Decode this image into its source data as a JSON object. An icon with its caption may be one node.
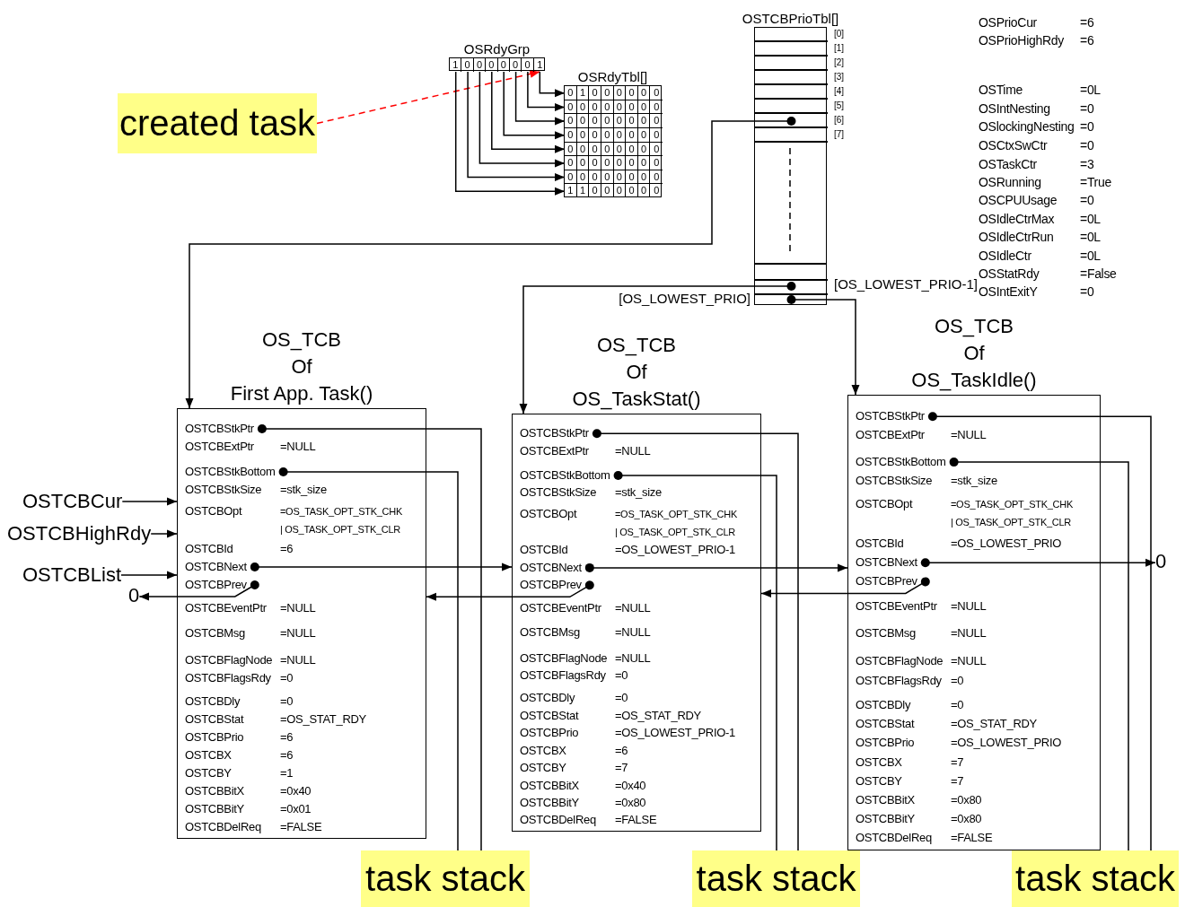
{
  "diagram": {
    "nodes": [
      {
        "text": [
          "created task"
        ]
      },
      {
        "text": [
          "OSRdyGrp"
        ]
      },
      {
        "text": [
          "1"
        ],
        "in": 1
      },
      {
        "text": [
          "0"
        ],
        "in": 1
      },
      {
        "text": [
          "0"
        ],
        "in": 1
      },
      {
        "text": [
          "0"
        ],
        "in": 1
      },
      {
        "text": [
          "0"
        ],
        "in": 1
      },
      {
        "text": [
          "0"
        ],
        "in": 1
      },
      {
        "text": [
          "0"
        ],
        "in": 1
      },
      {
        "text": [
          "1"
        ],
        "in": 1
      },
      {
        "text": [
          "OSRdyTbl[]"
        ]
      },
      {
        "text": [
          "0",
          "1",
          "0",
          "0",
          "0",
          "0",
          "0",
          "0"
        ],
        "in": 10
      },
      {
        "text": [
          "0",
          "0",
          "0",
          "0",
          "0",
          "0",
          "0",
          "0"
        ],
        "in": 10
      },
      {
        "text": [
          "0",
          "0",
          "0",
          "0",
          "0",
          "0",
          "0",
          "0"
        ],
        "in": 10
      },
      {
        "text": [
          "0",
          "0",
          "0",
          "0",
          "0",
          "0",
          "0",
          "0"
        ],
        "in": 10
      },
      {
        "text": [
          "0",
          "0",
          "0",
          "0",
          "0",
          "0",
          "0",
          "0"
        ],
        "in": 10
      },
      {
        "text": [
          "0",
          "0",
          "0",
          "0",
          "0",
          "0",
          "0",
          "0"
        ],
        "in": 10
      },
      {
        "text": [
          "0",
          "0",
          "0",
          "0",
          "0",
          "0",
          "0",
          "0"
        ],
        "in": 10
      },
      {
        "text": [
          "1",
          "1",
          "0",
          "0",
          "0",
          "0",
          "0",
          "0"
        ],
        "in": 10
      },
      {
        "text": [
          "OSTCBPrioTbl[]"
        ]
      },
      {
        "text": [],
        "shape": "box",
        "in": 19,
        "beside": [
          "[0]"
        ]
      },
      {
        "text": [],
        "shape": "box",
        "in": 19,
        "beside": [
          "[1]"
        ]
      },
      {
        "text": [],
        "shape": "box",
        "in": 19,
        "beside": [
          "[2]"
        ]
      },
      {
        "text": [],
        "shape": "box",
        "in": 19,
        "beside": [
          "[3]"
        ]
      },
      {
        "text": [],
        "shape": "box",
        "in": 19,
        "beside": [
          "[4]"
        ]
      },
      {
        "text": [],
        "shape": "box",
        "in": 19,
        "beside": [
          "[5]"
        ]
      },
      {
        "text": [],
        "shape": "box",
        "in": 19,
        "beside": [
          "[6]"
        ]
      },
      {
        "text": [],
        "shape": "box",
        "in": 19,
        "beside": [
          "[7]"
        ]
      },
      {
        "text": [],
        "shape": "box",
        "in": 19,
        "beside": [
          "[OS_LOWEST_PRIO-1]"
        ]
      },
      {
        "text": [],
        "shape": "box",
        "in": 19,
        "beside": [
          "[OS_LOWEST_PRIO]"
        ]
      },
      {
        "text": [
          "OSTCBCur"
        ]
      },
      {
        "text": [
          "OSTCBHighRdy"
        ]
      },
      {
        "text": [
          "OSTCBList"
        ]
      },
      {
        "text": [
          "0"
        ]
      },
      {
        "text": [
          "OS_TCB",
          "Of",
          "First App. Task()"
        ]
      },
      {
        "text": [
          "OSTCBStkPtr"
        ],
        "in": 34
      },
      {
        "text": [
          "OSTCBExtPtr",
          "=NULL"
        ],
        "in": 34
      },
      {
        "text": [
          "OSTCBStkBottom"
        ],
        "in": 34
      },
      {
        "text": [
          "OSTCBStkSize",
          "=stk_size"
        ],
        "in": 34
      },
      {
        "text": [
          "OSTCBOpt",
          "=OS_TASK_OPT_STK_CHK",
          "| OS_TASK_OPT_STK_CLR"
        ],
        "in": 34
      },
      {
        "text": [
          "OSTCBId",
          "=6"
        ],
        "in": 34
      },
      {
        "text": [
          "OSTCBNext"
        ],
        "in": 34
      },
      {
        "text": [
          "OSTCBPrev"
        ],
        "in": 34
      },
      {
        "text": [
          "OSTCBEventPtr",
          "=NULL"
        ],
        "in": 34
      },
      {
        "text": [
          "OSTCBMsg",
          "=NULL"
        ],
        "in": 34
      },
      {
        "text": [
          "OSTCBFlagNode",
          "=NULL"
        ],
        "in": 34
      },
      {
        "text": [
          "OSTCBFlagsRdy",
          "=0"
        ],
        "in": 34
      },
      {
        "text": [
          "OSTCBDly",
          "=0"
        ],
        "in": 34
      },
      {
        "text": [
          "OSTCBStat",
          "=OS_STAT_RDY"
        ],
        "in": 34
      },
      {
        "text": [
          "OSTCBPrio",
          "=6"
        ],
        "in": 34
      },
      {
        "text": [
          "OSTCBX",
          "=6"
        ],
        "in": 34
      },
      {
        "text": [
          "OSTCBY",
          "=1"
        ],
        "in": 34
      },
      {
        "text": [
          "OSTCBBitX",
          "=0x40"
        ],
        "in": 34
      },
      {
        "text": [
          "OSTCBBitY",
          "=0x01"
        ],
        "in": 34
      },
      {
        "text": [
          "OSTCBDelReq",
          "=FALSE"
        ],
        "in": 34
      },
      {
        "text": [
          "OS_TCB",
          "Of",
          "OS_TaskStat()"
        ]
      },
      {
        "text": [
          "OSTCBStkPtr"
        ],
        "in": 55
      },
      {
        "text": [
          "OSTCBExtPtr",
          "=NULL"
        ],
        "in": 55
      },
      {
        "text": [
          "OSTCBStkBottom"
        ],
        "in": 55
      },
      {
        "text": [
          "OSTCBStkSize",
          "=stk_size"
        ],
        "in": 55
      },
      {
        "text": [
          "OSTCBOpt",
          "=OS_TASK_OPT_STK_CHK",
          "| OS_TASK_OPT_STK_CLR"
        ],
        "in": 55
      },
      {
        "text": [
          "OSTCBId",
          "=OS_LOWEST_PRIO-1"
        ],
        "in": 55
      },
      {
        "text": [
          "OSTCBNext"
        ],
        "in": 55
      },
      {
        "text": [
          "OSTCBPrev"
        ],
        "in": 55
      },
      {
        "text": [
          "OSTCBEventPtr",
          "=NULL"
        ],
        "in": 55
      },
      {
        "text": [
          "OSTCBMsg",
          "=NULL"
        ],
        "in": 55
      },
      {
        "text": [
          "OSTCBFlagNode",
          "=NULL"
        ],
        "in": 55
      },
      {
        "text": [
          "OSTCBFlagsRdy",
          "=0"
        ],
        "in": 55
      },
      {
        "text": [
          "OSTCBDly",
          "=0"
        ],
        "in": 55
      },
      {
        "text": [
          "OSTCBStat",
          "=OS_STAT_RDY"
        ],
        "in": 55
      },
      {
        "text": [
          "OSTCBPrio",
          "=OS_LOWEST_PRIO-1"
        ],
        "in": 55
      },
      {
        "text": [
          "OSTCBX",
          "=6"
        ],
        "in": 55
      },
      {
        "text": [
          "OSTCBY",
          "=7"
        ],
        "in": 55
      },
      {
        "text": [
          "OSTCBBitX",
          "=0x40"
        ],
        "in": 55
      },
      {
        "text": [
          "OSTCBBitY",
          "=0x80"
        ],
        "in": 55
      },
      {
        "text": [
          "OSTCBDelReq",
          "=FALSE"
        ],
        "in": 55
      },
      {
        "text": [
          "OS_TCB",
          "Of",
          "OS_TaskIdle()"
        ]
      },
      {
        "text": [
          "OSTCBStkPtr"
        ],
        "in": 76
      },
      {
        "text": [
          "OSTCBExtPtr",
          "=NULL"
        ],
        "in": 76
      },
      {
        "text": [
          "OSTCBStkBottom"
        ],
        "in": 76
      },
      {
        "text": [
          "OSTCBStkSize",
          "=stk_size"
        ],
        "in": 76
      },
      {
        "text": [
          "OSTCBOpt",
          "=OS_TASK_OPT_STK_CHK",
          "| OS_TASK_OPT_STK_CLR"
        ],
        "in": 76
      },
      {
        "text": [
          "OSTCBId",
          "=OS_LOWEST_PRIO"
        ],
        "in": 76
      },
      {
        "text": [
          "OSTCBNext"
        ],
        "in": 76
      },
      {
        "text": [
          "OSTCBPrev"
        ],
        "in": 76
      },
      {
        "text": [
          "OSTCBEventPtr",
          "=NULL"
        ],
        "in": 76
      },
      {
        "text": [
          "OSTCBMsg",
          "=NULL"
        ],
        "in": 76
      },
      {
        "text": [
          "OSTCBFlagNode",
          "=NULL"
        ],
        "in": 76
      },
      {
        "text": [
          "OSTCBFlagsRdy",
          "=0"
        ],
        "in": 76
      },
      {
        "text": [
          "OSTCBDly",
          "=0"
        ],
        "in": 76
      },
      {
        "text": [
          "OSTCBStat",
          "=OS_STAT_RDY"
        ],
        "in": 76
      },
      {
        "text": [
          "OSTCBPrio",
          "=OS_LOWEST_PRIO"
        ],
        "in": 76
      },
      {
        "text": [
          "OSTCBX",
          "=7"
        ],
        "in": 76
      },
      {
        "text": [
          "OSTCBY",
          "=7"
        ],
        "in": 76
      },
      {
        "text": [
          "OSTCBBitX",
          "=0x80"
        ],
        "in": 76
      },
      {
        "text": [
          "OSTCBBitY",
          "=0x80"
        ],
        "in": 76
      },
      {
        "text": [
          "OSTCBDelReq",
          "=FALSE"
        ],
        "in": 76
      },
      {
        "text": [
          "0"
        ]
      },
      {
        "text": [
          "task stack"
        ]
      },
      {
        "text": [
          "task stack"
        ]
      },
      {
        "text": [
          "task stack"
        ]
      }
    ],
    "edges": [
      {
        "from": 0,
        "to": 9,
        "arrow": "to",
        "style": "dashed",
        "color": "#ff0000"
      },
      {
        "from": 9,
        "to": 11,
        "arrow": "to"
      },
      {
        "from": 8,
        "to": 12,
        "arrow": "to"
      },
      {
        "from": 7,
        "to": 13,
        "arrow": "to"
      },
      {
        "from": 6,
        "to": 14,
        "arrow": "to"
      },
      {
        "from": 5,
        "to": 15,
        "arrow": "to"
      },
      {
        "from": 4,
        "to": 16,
        "arrow": "to"
      },
      {
        "from": 3,
        "to": 17,
        "arrow": "to"
      },
      {
        "from": 2,
        "to": 18,
        "arrow": "to"
      },
      {
        "from": 26,
        "to": 34,
        "arrow": "to"
      },
      {
        "from": 28,
        "to": 55,
        "arrow": "to"
      },
      {
        "from": 29,
        "to": 76,
        "arrow": "to"
      },
      {
        "from": 30,
        "to": 34,
        "arrow": "to"
      },
      {
        "from": 31,
        "to": 34,
        "arrow": "to"
      },
      {
        "from": 32,
        "to": 34,
        "arrow": "to"
      },
      {
        "from": 41,
        "to": 55,
        "arrow": "to"
      },
      {
        "from": 42,
        "to": 33,
        "arrow": "to"
      },
      {
        "from": 35,
        "to": 98,
        "arrow": "other"
      },
      {
        "from": 37,
        "to": 98,
        "arrow": "other"
      },
      {
        "from": 62,
        "to": 76,
        "arrow": "to"
      },
      {
        "from": 63,
        "to": 34,
        "arrow": "to"
      },
      {
        "from": 56,
        "to": 99,
        "arrow": "other"
      },
      {
        "from": 58,
        "to": 99,
        "arrow": "other"
      },
      {
        "from": 83,
        "to": 97,
        "arrow": "to"
      },
      {
        "from": 84,
        "to": 55,
        "arrow": "to"
      },
      {
        "from": 77,
        "to": 100,
        "arrow": "other"
      },
      {
        "from": 79,
        "to": 100,
        "arrow": "other"
      }
    ],
    "labels": [
      "OSPrioCur",
      "=6",
      "OSPrioHighRdy",
      "=6",
      "OSTime",
      "=0L",
      "OSIntNesting",
      "=0",
      "OSlockingNesting",
      "=0",
      "OSCtxSwCtr",
      "=0",
      "OSTaskCtr",
      "=3",
      "OSRunning",
      "=True",
      "OSCPUUsage",
      "=0",
      "OSIdleCtrMax",
      "=0L",
      "OSIdleCtrRun",
      "=0L",
      "OSIdleCtr",
      "=0L",
      "OSStatRdy",
      "=False",
      "OSIntExitY",
      "=0"
    ]
  }
}
